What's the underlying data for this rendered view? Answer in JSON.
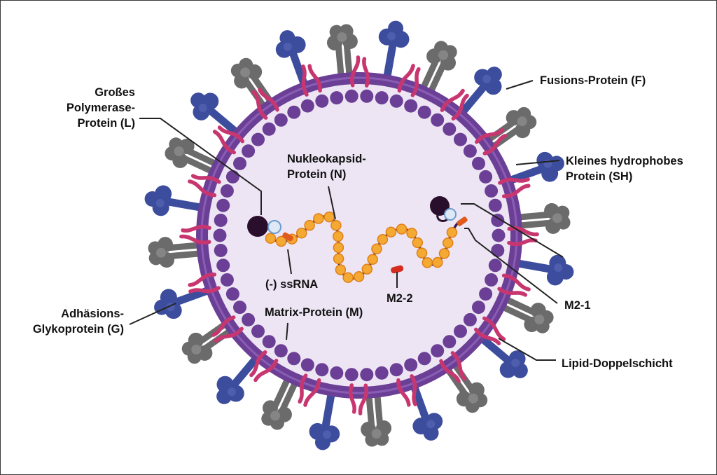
{
  "colors": {
    "interior": "#ede5f4",
    "envelope": "#6c3f97",
    "envelope_inner": "#8a5db5",
    "matrix_dot": "#6b3f95",
    "membrane_protein": "#c83670",
    "attachment_protein": "#3d4d9e",
    "fusion_protein": "#6b6b6b",
    "nucleoprotein": "#f4a932",
    "rna": "#3b1d4f",
    "polymerase": "#2a0f2d",
    "phosphoprotein": "#dfe9f6",
    "m21_protein": "#e05a1e",
    "m22_protein": "#d42c1f",
    "leader_line": "#222222"
  },
  "icons": [
    "virion-icon",
    "glycoprotein-icon",
    "fusion-protein-icon",
    "sh-protein-icon",
    "polymerase-icon",
    "nucleocapsid-icon"
  ],
  "labels": {
    "polymerase": [
      "Großes",
      "Polymerase-",
      "Protein (L)"
    ],
    "fusion": "Fusions-Protein (F)",
    "sh": [
      "Kleines hydrophobes",
      "Protein (SH)"
    ],
    "nucleocapsid": [
      "Nukleokapsid-",
      "Protein (N)"
    ],
    "ssrna": "(-) ssRNA",
    "m22": "M2-2",
    "m21": "M2-1",
    "glycoprotein": [
      "Adhäsions-",
      "Glykoprotein (G)"
    ],
    "matrix": "Matrix-Protein (M)",
    "lipid": "Lipid-Doppelschicht"
  }
}
